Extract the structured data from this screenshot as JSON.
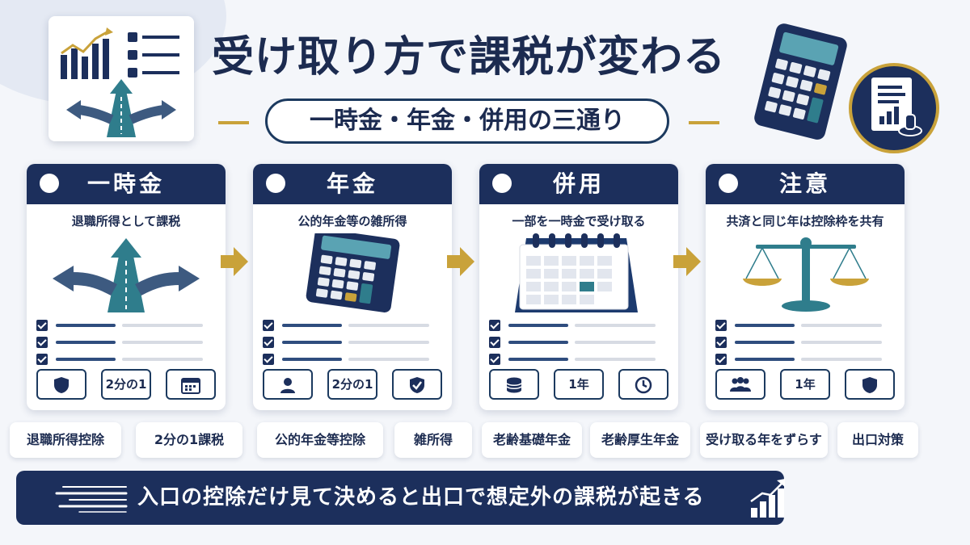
{
  "title": "受け取り方で課税が変わる",
  "subtitle": "一時金・年金・併用の三通り",
  "cards": [
    {
      "title": "一時金",
      "desc": "退職所得として課税",
      "chips": [
        "shield-icon",
        "2分の1",
        "calendar-icon"
      ]
    },
    {
      "title": "年金",
      "desc": "公的年金等の雑所得",
      "chips": [
        "person-icon",
        "2分の1",
        "shield-check-icon"
      ]
    },
    {
      "title": "併用",
      "desc": "一部を一時金で受け取る",
      "chips": [
        "coins-icon",
        "1年",
        "clock-icon"
      ]
    },
    {
      "title": "注意",
      "desc": "共済と同じ年は控除枠を共有",
      "chips": [
        "group-icon",
        "1年",
        "shield-icon"
      ]
    }
  ],
  "tags": [
    "退職所得控除",
    "2分の1課税",
    "公的年金等控除",
    "雑所得",
    "老齢基礎年金",
    "老齢厚生年金",
    "受け取る年をずらす",
    "出口対策"
  ],
  "banner": "入口の控除だけ見て決めると出口で想定外の課税が起きる",
  "colors": {
    "navy": "#1c2f5c",
    "gold": "#c9a23a",
    "teal": "#2f7d8c",
    "background": "#f4f6fa"
  }
}
